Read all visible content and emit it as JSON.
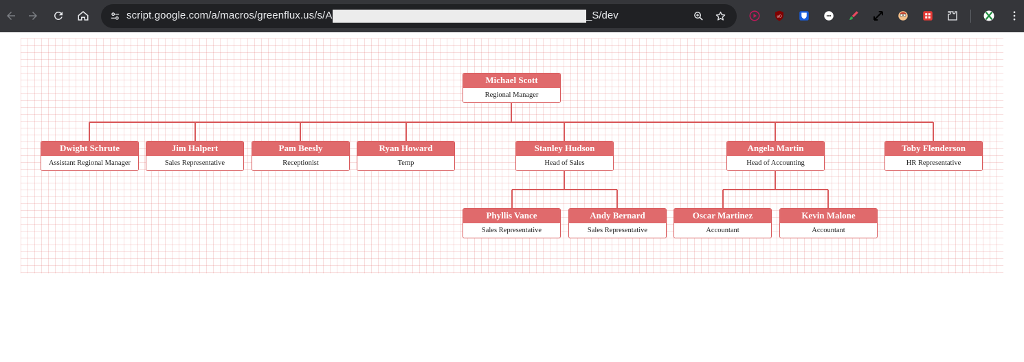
{
  "browser": {
    "url_prefix": "script.google.com/a/macros/greenflux.us/s/AK",
    "url_suffix": "_S/dev",
    "icons": {
      "back": "back-arrow-icon",
      "forward": "forward-arrow-icon",
      "reload": "reload-icon",
      "home": "home-icon",
      "site_info": "tune-icon",
      "zoom": "zoom-icon",
      "bookmark": "star-icon"
    },
    "extensions": [
      "play-circle-icon",
      "ublock-icon",
      "bitwarden-icon",
      "dots-circle-icon",
      "paint-brush-icon",
      "expand-arrows-icon",
      "avatar-face-icon",
      "red-grid-icon",
      "puzzle-icon",
      "profile-icon",
      "kebab-menu-icon"
    ]
  },
  "org_chart": {
    "colors": {
      "header": "#e06a6c",
      "border": "#d9595b",
      "connector": "#d9595b",
      "grid": "#f2c8c8"
    },
    "root": {
      "name": "Michael Scott",
      "title": "Regional Manager"
    },
    "level1": [
      {
        "name": "Dwight Schrute",
        "title": "Assistant Regional Manager"
      },
      {
        "name": "Jim Halpert",
        "title": "Sales Representative"
      },
      {
        "name": "Pam Beesly",
        "title": "Receptionist"
      },
      {
        "name": "Ryan Howard",
        "title": "Temp"
      },
      {
        "name": "Stanley Hudson",
        "title": "Head of Sales"
      },
      {
        "name": "Angela Martin",
        "title": "Head of Accounting"
      },
      {
        "name": "Toby Flenderson",
        "title": "HR Representative"
      }
    ],
    "sales_team": [
      {
        "name": "Phyllis Vance",
        "title": "Sales Representative"
      },
      {
        "name": "Andy Bernard",
        "title": "Sales Representative"
      }
    ],
    "accounting_team": [
      {
        "name": "Oscar Martinez",
        "title": "Accountant"
      },
      {
        "name": "Kevin Malone",
        "title": "Accountant"
      }
    ]
  }
}
